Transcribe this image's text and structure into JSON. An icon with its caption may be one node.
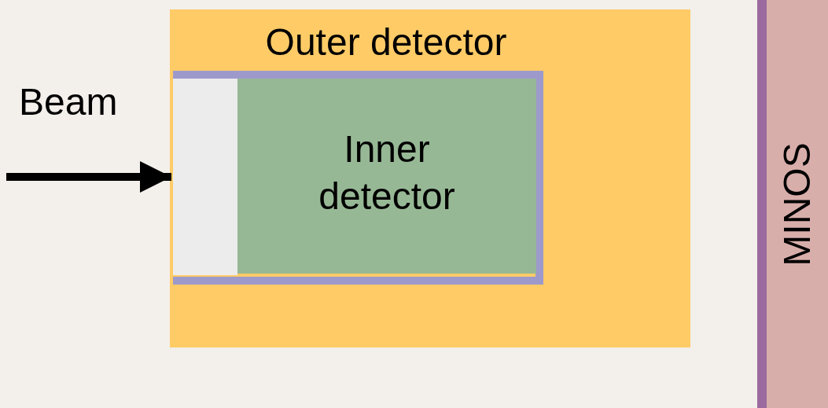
{
  "diagram": {
    "nodes": [
      {
        "text": [
          "Outer detector"
        ]
      },
      {
        "text": [],
        "shape": "box",
        "in": 0
      },
      {
        "text": [
          "Inner detector"
        ],
        "in": 0
      },
      {
        "text": [
          "MINOS"
        ]
      }
    ],
    "edges": [
      {
        "from": null,
        "to": 1,
        "arrow": "to",
        "label": "Beam"
      }
    ]
  }
}
